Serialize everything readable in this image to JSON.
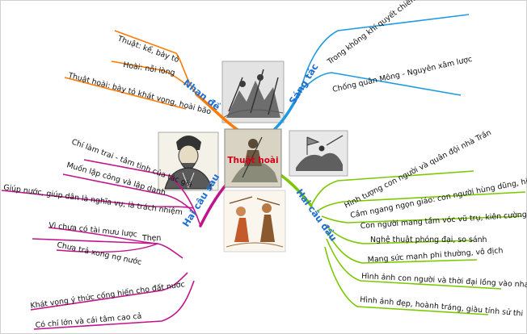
{
  "center": {
    "title": "Thuật hoài",
    "color": "#d0021b"
  },
  "branches": {
    "nhan_de": {
      "label": "Nhan đề",
      "color": "#ff7a00",
      "items": [
        "Thuật: kể, bày tỏ",
        "Hoài: nỗi lòng",
        "Thuật hoài: bày tỏ khát vọng, hoài bão"
      ]
    },
    "sang_tac": {
      "label": "Sáng tác",
      "color": "#1e9ae0",
      "items": [
        "Trong không khí quyết chiến quyết thắng của đời Trần",
        "Chống quân Mông - Nguyên xâm lược"
      ]
    },
    "hai_cau_sau": {
      "label": "Hai câu sau",
      "color": "#c0148a",
      "items": [
        "Chí làm trai - tâm tình của tác giả",
        "Muốn lập công và lập danh",
        "Giúp nước, giúp dân là nghĩa vụ, là trách nhiệm",
        "Thẹn",
        "Vì chưa có tài mưu lược",
        "Chưa trả xong nợ nước",
        "Khát vọng ý thức cống hiến cho đất nước",
        "Có chí lớn và cái tâm cao cả"
      ]
    },
    "hai_cau_dau": {
      "label": "Hai câu đầu",
      "color": "#7bc800",
      "items": [
        "Hình tượng con người và quân đội nhà Trần",
        "Cầm ngang ngọn giáo: con người hùng dũng, hiên ngang",
        "Con người mang tầm vóc vũ trụ, kiên cường bất khuất",
        "Nghệ thuật phóng đại, so sánh",
        "Mang sức mạnh phi thường, vô địch",
        "Hình ảnh con người và thời đại lồng vào nhau",
        "Hình ảnh đẹp, hoành tráng, giàu tính sử thi"
      ]
    }
  },
  "illustrations": [
    "battle-scene-top",
    "general-portrait-left",
    "cavalry-scene-right",
    "soldiers-scene-bottom",
    "center-warrior"
  ]
}
